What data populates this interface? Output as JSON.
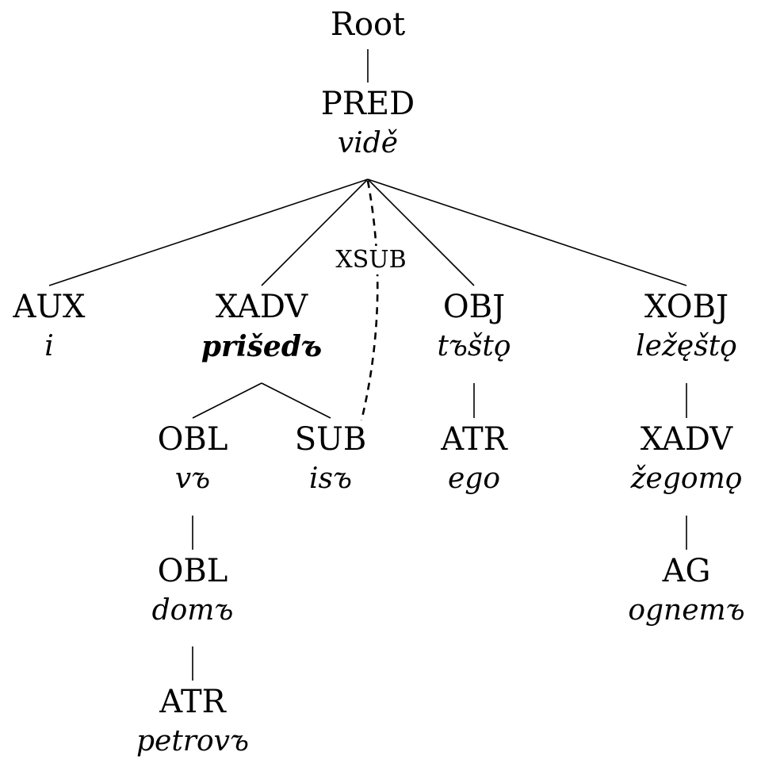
{
  "tree": {
    "root": {
      "label": "Root"
    },
    "pred": {
      "relation": "PRED",
      "word": "vidě"
    },
    "aux": {
      "relation": "AUX",
      "word": "i"
    },
    "xadv": {
      "relation": "XADV",
      "word": "prišedъ"
    },
    "obl_1": {
      "relation": "OBL",
      "word": "vъ"
    },
    "obl_2": {
      "relation": "OBL",
      "word": "domъ"
    },
    "atr_1": {
      "relation": "ATR",
      "word": "petrovъ"
    },
    "sub": {
      "relation": "SUB",
      "word": "isъ"
    },
    "obj": {
      "relation": "OBJ",
      "word": "tъštǫ"
    },
    "atr_2": {
      "relation": "ATR",
      "word": "ego"
    },
    "xobj": {
      "relation": "XOBJ",
      "word": "ležęštǫ"
    },
    "xadv_2": {
      "relation": "XADV",
      "word": "žegomǫ"
    },
    "ag": {
      "relation": "AG",
      "word": "ognemъ"
    }
  },
  "secondary_edge": {
    "label": "XSUB",
    "from": "PRED",
    "to": "SUB"
  }
}
